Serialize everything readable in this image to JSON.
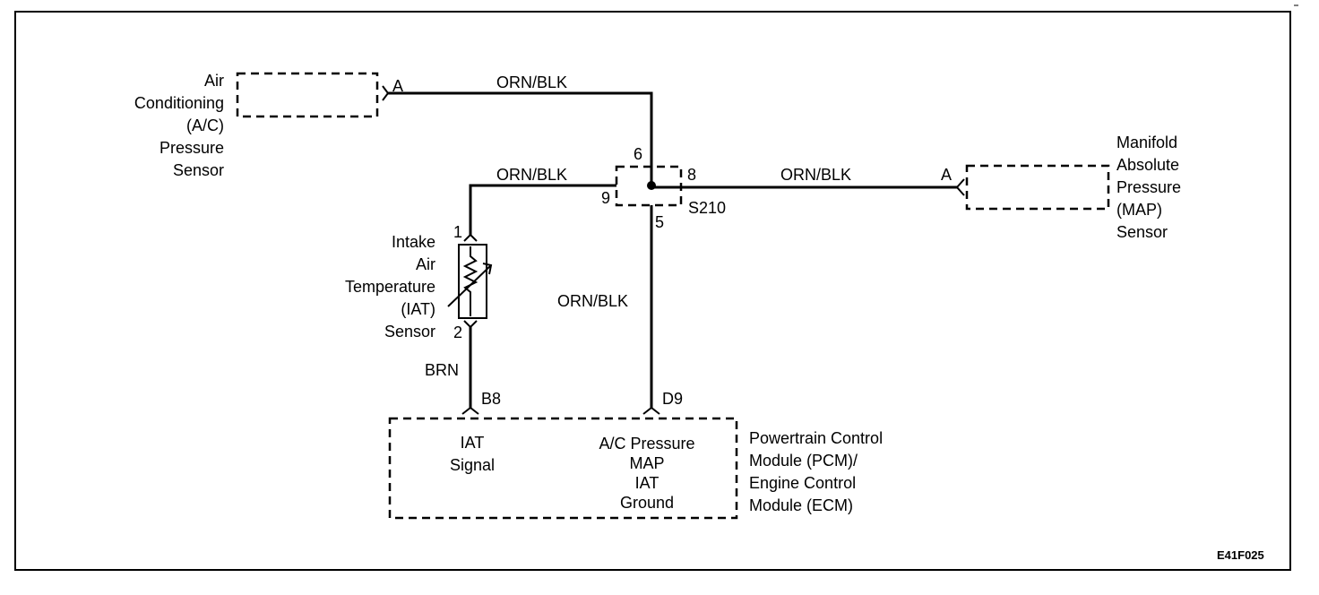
{
  "ac_sensor": {
    "label_lines": [
      "Air",
      "Conditioning",
      "(A/C)",
      "Pressure",
      "Sensor"
    ],
    "pin": "A"
  },
  "map_sensor": {
    "label_lines": [
      "Manifold",
      "Absolute",
      "Pressure",
      "(MAP)",
      "Sensor"
    ],
    "pin": "A"
  },
  "iat_sensor": {
    "label_lines": [
      "Intake",
      "Air",
      "Temperature",
      "(IAT)",
      "Sensor"
    ],
    "pin_top": "1",
    "pin_bottom": "2"
  },
  "splice": {
    "name": "S210",
    "pins": {
      "top": "6",
      "right": "8",
      "left": "9",
      "bottom": "5"
    }
  },
  "wires": {
    "ac_to_splice": "ORN/BLK",
    "iat_to_splice": "ORN/BLK",
    "splice_to_map": "ORN/BLK",
    "splice_to_pcm": "ORN/BLK",
    "iat_to_pcm": "BRN"
  },
  "pcm": {
    "label_lines": [
      "Powertrain Control",
      "Module (PCM)/",
      "Engine  Control",
      "Module (ECM)"
    ],
    "pin_b8": "B8",
    "pin_d9": "D9",
    "iat_signal_lines": [
      "IAT",
      "Signal"
    ],
    "ground_lines": [
      "A/C Pressure",
      "MAP",
      "IAT",
      "Ground"
    ]
  },
  "figure_code": "E41F025"
}
